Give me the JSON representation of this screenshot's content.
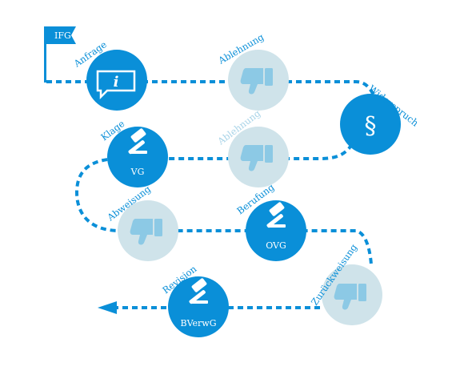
{
  "diagram": {
    "flag_text": "IFG",
    "colors": {
      "primary": "#0A8FD8",
      "muted": "#CFE3EA",
      "icon_muted": "#8CC9E5",
      "label_muted": "#A9D4E8"
    },
    "stages": [
      {
        "label": "Anfrage",
        "icon": "info-speech-bubble-icon",
        "state": "active"
      },
      {
        "label": "Ablehnung",
        "icon": "thumbs-down-icon",
        "state": "muted"
      },
      {
        "label": "Widerspruch",
        "icon": "paragraph-icon",
        "symbol": "§",
        "state": "active"
      },
      {
        "label": "Ablehnung",
        "icon": "thumbs-down-icon",
        "state": "muted"
      },
      {
        "label": "Klage",
        "icon": "gavel-icon",
        "court": "VG",
        "state": "active"
      },
      {
        "label": "Abweisung",
        "icon": "thumbs-down-icon",
        "state": "muted"
      },
      {
        "label": "Berufung",
        "icon": "gavel-icon",
        "court": "OVG",
        "state": "active"
      },
      {
        "label": "Zurückweisung",
        "icon": "thumbs-down-icon",
        "state": "muted"
      },
      {
        "label": "Revision",
        "icon": "gavel-icon",
        "court": "BVerwG",
        "state": "active"
      }
    ]
  }
}
